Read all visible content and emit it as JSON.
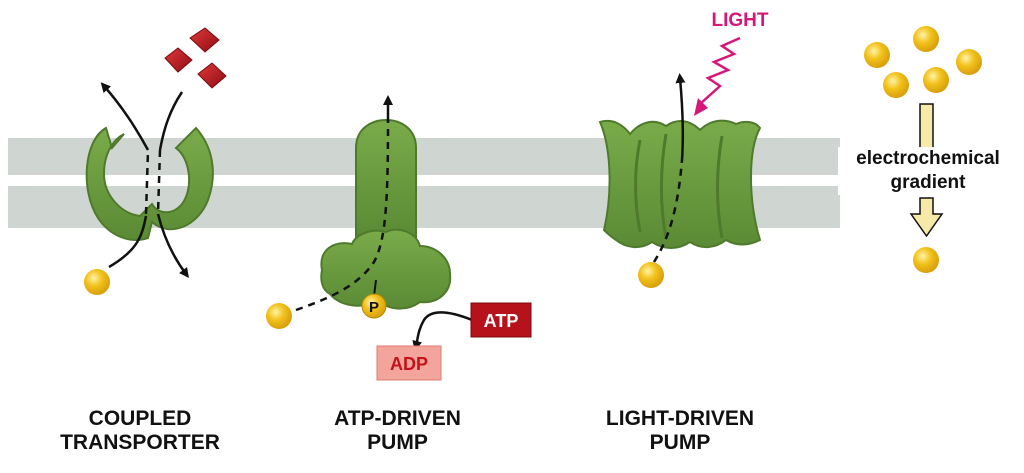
{
  "labels": {
    "light": "LIGHT",
    "atp": "ATP",
    "adp": "ADP",
    "phosphate": "P",
    "gradient_line1": "electrochemical",
    "gradient_line2": "gradient"
  },
  "captions": {
    "coupled": [
      "COUPLED",
      "TRANSPORTER"
    ],
    "atp_driven": [
      "ATP-DRIVEN",
      "PUMP"
    ],
    "light_driven": [
      "LIGHT-DRIVEN",
      "PUMP"
    ]
  },
  "colors": {
    "membrane": "#cfd6d2",
    "protein": "#6b9a3f",
    "protein_dark": "#4f7a2c",
    "solute": "#f2c21b",
    "coupled_solute": "#b5121b",
    "light_label": "#d6177a",
    "atp_box": "#b5121b",
    "adp_box": "#f4a59b",
    "adp_text": "#c4121b",
    "gradient_arrow": "#f7e9a8"
  }
}
